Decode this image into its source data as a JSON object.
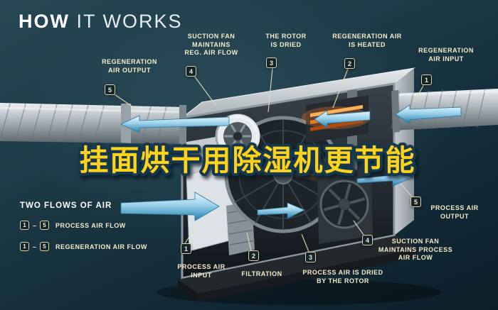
{
  "title": {
    "word1": "HOW",
    "word2": " IT WORKS"
  },
  "overlay_headline": "挂面烘干用除湿机更节能",
  "callouts": {
    "reg_output": {
      "num": "5",
      "label": "REGENERATION\nAIR OUTPUT"
    },
    "suction_reg": {
      "num": "4",
      "label": "SUCTION FAN\nMAINTAINS\nREG. AIR FLOW"
    },
    "rotor_dried": {
      "num": "3",
      "label": "THE ROTOR\nIS DRIED"
    },
    "reg_heated": {
      "num": "2",
      "label": "REGENERATION AIR\nIS HEATED"
    },
    "reg_input": {
      "num": "1",
      "label": "REGENERATION\nAIR INPUT"
    },
    "process_output": {
      "num": "5",
      "label": "PROCESS AIR\nOUTPUT"
    },
    "suction_process": {
      "num": "4",
      "label": "SUCTION FAN\nMAINTAINS PROCESS\nAIR FLOW"
    },
    "process_dried": {
      "num": "3",
      "label": "PROCESS AIR IS DRIED\nBY THE ROTOR"
    },
    "filtration": {
      "num": "2",
      "label": "FILTRATION"
    },
    "process_input": {
      "num": "1",
      "label": "PROCESS AIR\nINPUT"
    }
  },
  "legend": {
    "heading": "TWO FLOWS OF AIR",
    "rows": [
      {
        "from": "1",
        "dash": "–",
        "to": "5",
        "label": "PROCESS AIR FLOW"
      },
      {
        "from": "1",
        "dash": "–",
        "to": "5",
        "label": "REGENERATION AIR FLOW"
      }
    ]
  },
  "colors": {
    "background": "#132c39",
    "headline_yellow": "#ffd21f",
    "label_cream": "#f3ecca",
    "airflow_blue": "#5ba6cc",
    "heater_orange": "#f07b1d"
  }
}
